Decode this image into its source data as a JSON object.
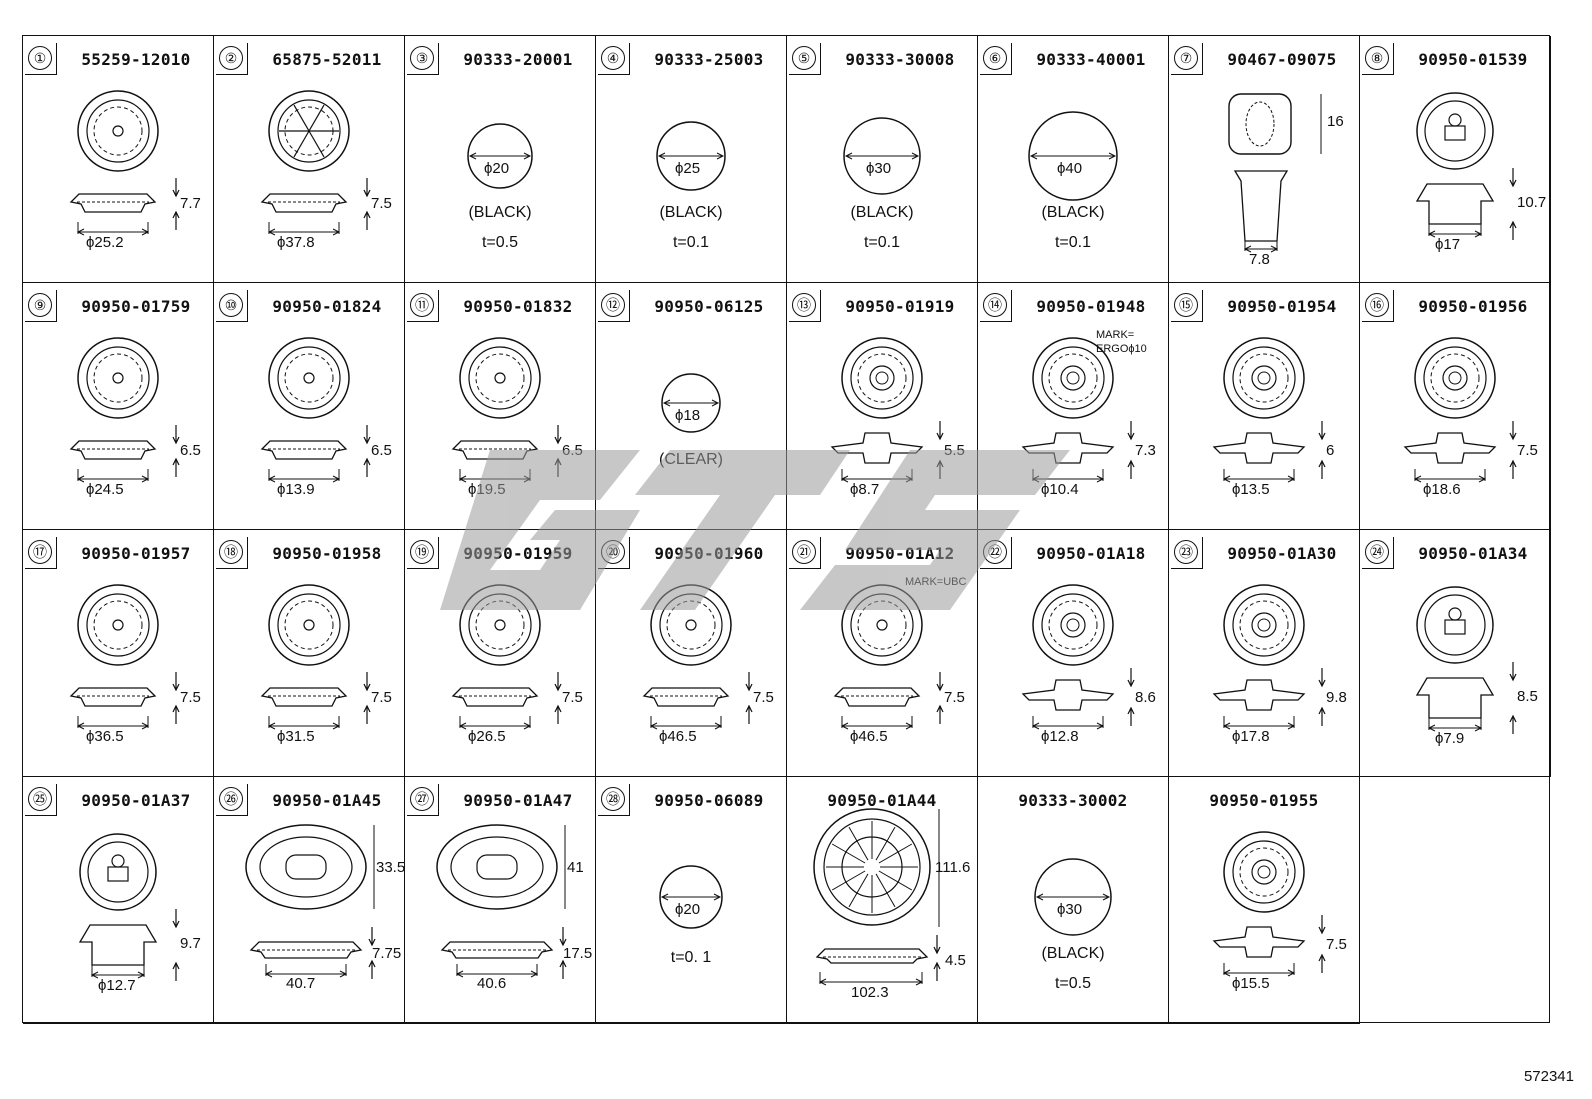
{
  "figure_number": "572341",
  "watermark": "GTS",
  "items": [
    {
      "num": "①",
      "part": "55259-12010",
      "type": "flange-plug",
      "dims": [
        "7.7",
        "ϕ25.2"
      ],
      "notes": []
    },
    {
      "num": "②",
      "part": "65875-52011",
      "type": "spoke-plug",
      "dims": [
        "7.5",
        "ϕ37.8"
      ],
      "notes": []
    },
    {
      "num": "③",
      "part": "90333-20001",
      "type": "seal",
      "dims": [
        "ϕ20"
      ],
      "notes": [
        "(BLACK)",
        "t=0.5"
      ]
    },
    {
      "num": "④",
      "part": "90333-25003",
      "type": "seal",
      "dims": [
        "ϕ25"
      ],
      "notes": [
        "(BLACK)",
        "t=0.1"
      ]
    },
    {
      "num": "⑤",
      "part": "90333-30008",
      "type": "seal",
      "dims": [
        "ϕ30"
      ],
      "notes": [
        "(BLACK)",
        "t=0.1"
      ]
    },
    {
      "num": "⑥",
      "part": "90333-40001",
      "type": "seal",
      "dims": [
        "ϕ40"
      ],
      "notes": [
        "(BLACK)",
        "t=0.1"
      ]
    },
    {
      "num": "⑦",
      "part": "90467-09075",
      "type": "clip",
      "dims": [
        "16",
        "7.8"
      ],
      "notes": []
    },
    {
      "num": "⑧",
      "part": "90950-01539",
      "type": "cap-plug",
      "dims": [
        "10.7",
        "ϕ17"
      ],
      "notes": []
    },
    {
      "num": "⑨",
      "part": "90950-01759",
      "type": "flange-plug",
      "dims": [
        "6.5",
        "ϕ24.5"
      ],
      "notes": []
    },
    {
      "num": "⑩",
      "part": "90950-01824",
      "type": "flange-plug",
      "dims": [
        "6.5",
        "ϕ13.9"
      ],
      "notes": []
    },
    {
      "num": "⑪",
      "part": "90950-01832",
      "type": "flange-plug",
      "dims": [
        "6.5",
        "ϕ19.5"
      ],
      "notes": []
    },
    {
      "num": "⑫",
      "part": "90950-06125",
      "type": "seal",
      "dims": [
        "ϕ18"
      ],
      "notes": [
        "(CLEAR)"
      ]
    },
    {
      "num": "⑬",
      "part": "90950-01919",
      "type": "boss-plug",
      "dims": [
        "5.5",
        "ϕ8.7"
      ],
      "notes": []
    },
    {
      "num": "⑭",
      "part": "90950-01948",
      "type": "boss-plug",
      "dims": [
        "7.3",
        "ϕ10.4"
      ],
      "notes": [
        "MARK=",
        "ERGOϕ10"
      ]
    },
    {
      "num": "⑮",
      "part": "90950-01954",
      "type": "boss-plug",
      "dims": [
        "6",
        "ϕ13.5"
      ],
      "notes": []
    },
    {
      "num": "⑯",
      "part": "90950-01956",
      "type": "boss-plug",
      "dims": [
        "7.5",
        "ϕ18.6"
      ],
      "notes": []
    },
    {
      "num": "⑰",
      "part": "90950-01957",
      "type": "flange-plug",
      "dims": [
        "7.5",
        "ϕ36.5"
      ],
      "notes": []
    },
    {
      "num": "⑱",
      "part": "90950-01958",
      "type": "flange-plug",
      "dims": [
        "7.5",
        "ϕ31.5"
      ],
      "notes": []
    },
    {
      "num": "⑲",
      "part": "90950-01959",
      "type": "flange-plug",
      "dims": [
        "7.5",
        "ϕ26.5"
      ],
      "notes": []
    },
    {
      "num": "⑳",
      "part": "90950-01960",
      "type": "flange-plug",
      "dims": [
        "7.5",
        "ϕ46.5"
      ],
      "notes": []
    },
    {
      "num": "㉑",
      "part": "90950-01A12",
      "type": "flange-plug",
      "dims": [
        "7.5",
        "ϕ46.5"
      ],
      "notes": [
        "MARK=UBC"
      ]
    },
    {
      "num": "㉒",
      "part": "90950-01A18",
      "type": "boss-plug",
      "dims": [
        "8.6",
        "ϕ12.8"
      ],
      "notes": []
    },
    {
      "num": "㉓",
      "part": "90950-01A30",
      "type": "boss-plug",
      "dims": [
        "9.8",
        "ϕ17.8"
      ],
      "notes": []
    },
    {
      "num": "㉔",
      "part": "90950-01A34",
      "type": "cap-plug",
      "dims": [
        "8.5",
        "ϕ7.9"
      ],
      "notes": []
    },
    {
      "num": "㉕",
      "part": "90950-01A37",
      "type": "cap-plug",
      "dims": [
        "9.7",
        "ϕ12.7"
      ],
      "notes": []
    },
    {
      "num": "㉖",
      "part": "90950-01A45",
      "type": "oval-plug",
      "dims": [
        "33.5",
        "7.75",
        "40.7"
      ],
      "notes": []
    },
    {
      "num": "㉗",
      "part": "90950-01A47",
      "type": "oval-plug",
      "dims": [
        "41",
        "17.5",
        "40.6"
      ],
      "notes": []
    },
    {
      "num": "㉘",
      "part": "90950-06089",
      "type": "seal",
      "dims": [
        "ϕ20"
      ],
      "notes": [
        "t=0. 1"
      ]
    },
    {
      "num": "",
      "part": "90950-01A44",
      "type": "big-plug",
      "dims": [
        "111.6",
        "4.5",
        "102.3"
      ],
      "notes": []
    },
    {
      "num": "",
      "part": "90333-30002",
      "type": "seal",
      "dims": [
        "ϕ30"
      ],
      "notes": [
        "(BLACK)",
        "t=0.5"
      ]
    },
    {
      "num": "",
      "part": "90950-01955",
      "type": "boss-plug",
      "dims": [
        "7.5",
        "ϕ15.5"
      ],
      "notes": []
    }
  ]
}
